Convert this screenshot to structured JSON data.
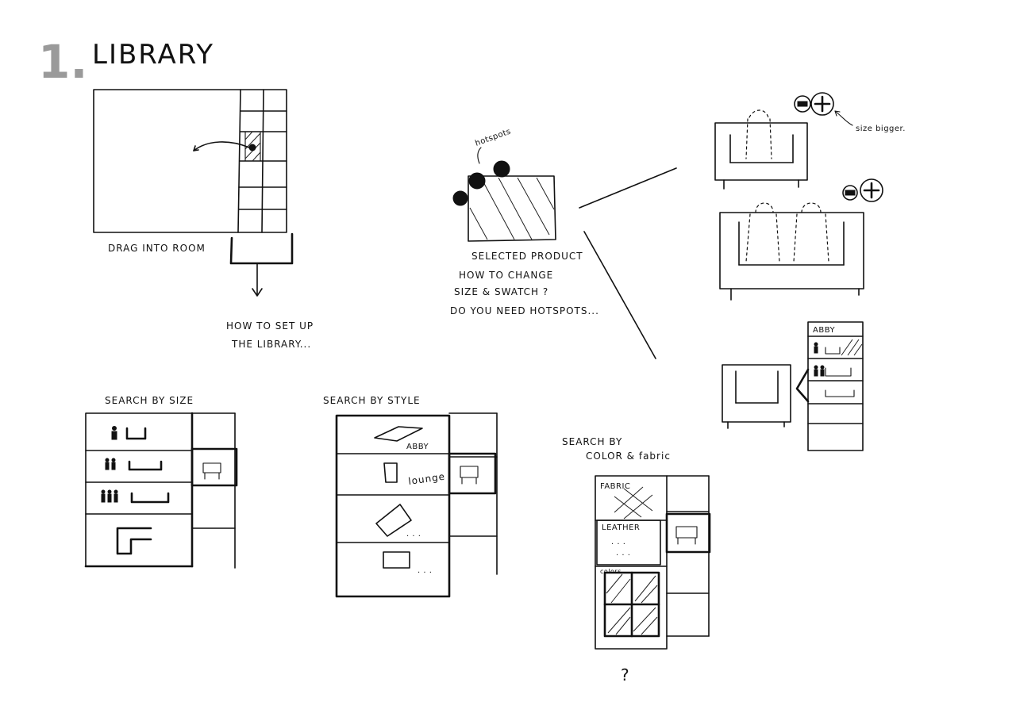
{
  "heading": {
    "number": "1.",
    "title": "LIBRARY"
  },
  "drag": {
    "label": "DRAG INTO ROOM",
    "question": [
      "HOW TO SET UP",
      "THE LIBRARY..."
    ]
  },
  "product": {
    "hotspots_label": "hotspots",
    "caption": "SELECTED PRODUCT",
    "questions": [
      "HOW TO CHANGE",
      "SIZE & SWATCH ?",
      "DO YOU NEED HOTSPOTS..."
    ],
    "size_note": "size bigger."
  },
  "catalog_panel": {
    "item_label": "ABBY"
  },
  "search_size": {
    "label": "SEARCH BY SIZE"
  },
  "search_style": {
    "label": "SEARCH BY STYLE",
    "items": [
      "ABBY",
      "lounge"
    ]
  },
  "search_color": {
    "label_1": "SEARCH BY",
    "label_2": "COLOR & fabric",
    "sections": [
      "FABRIC",
      "LEATHER",
      "colors"
    ],
    "question": "?"
  }
}
